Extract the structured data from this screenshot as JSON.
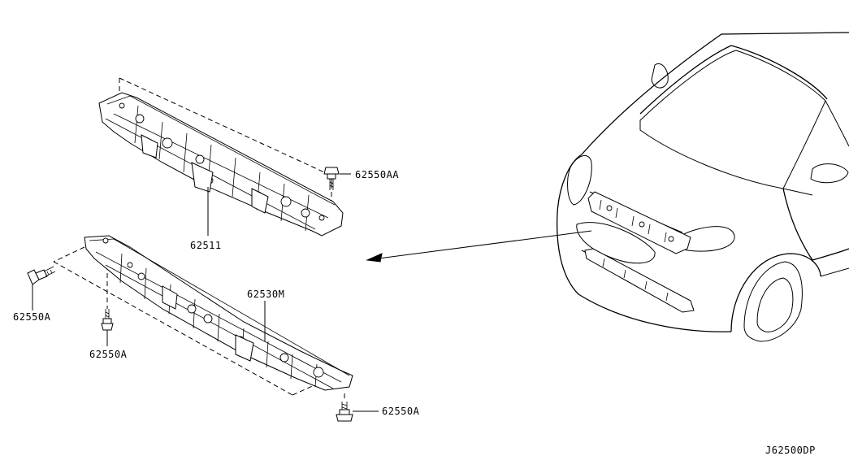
{
  "diagram": {
    "callouts": {
      "upper_member": "62511",
      "lower_member": "62530M",
      "bolt_top": "62550AA",
      "bolt_left": "62550A",
      "bolt_mid": "62550A",
      "bolt_bottom": "62550A"
    },
    "diagram_code": "J62500DP"
  }
}
